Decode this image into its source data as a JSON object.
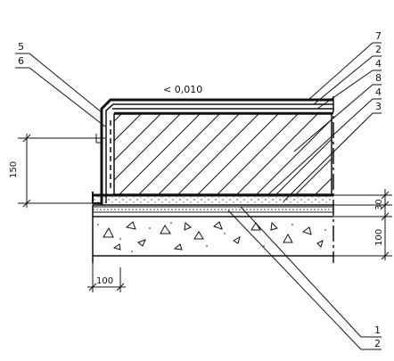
{
  "callouts": {
    "left_top": [
      "5",
      "6"
    ],
    "right_top": [
      "7",
      "2",
      "4",
      "8",
      "4",
      "3"
    ],
    "bottom_right": [
      "1",
      "2"
    ]
  },
  "level_mark": "< 0,010",
  "dimensions": {
    "curb_height": "150",
    "layer_30": "30",
    "slab_100": "100",
    "width_100": "100"
  }
}
